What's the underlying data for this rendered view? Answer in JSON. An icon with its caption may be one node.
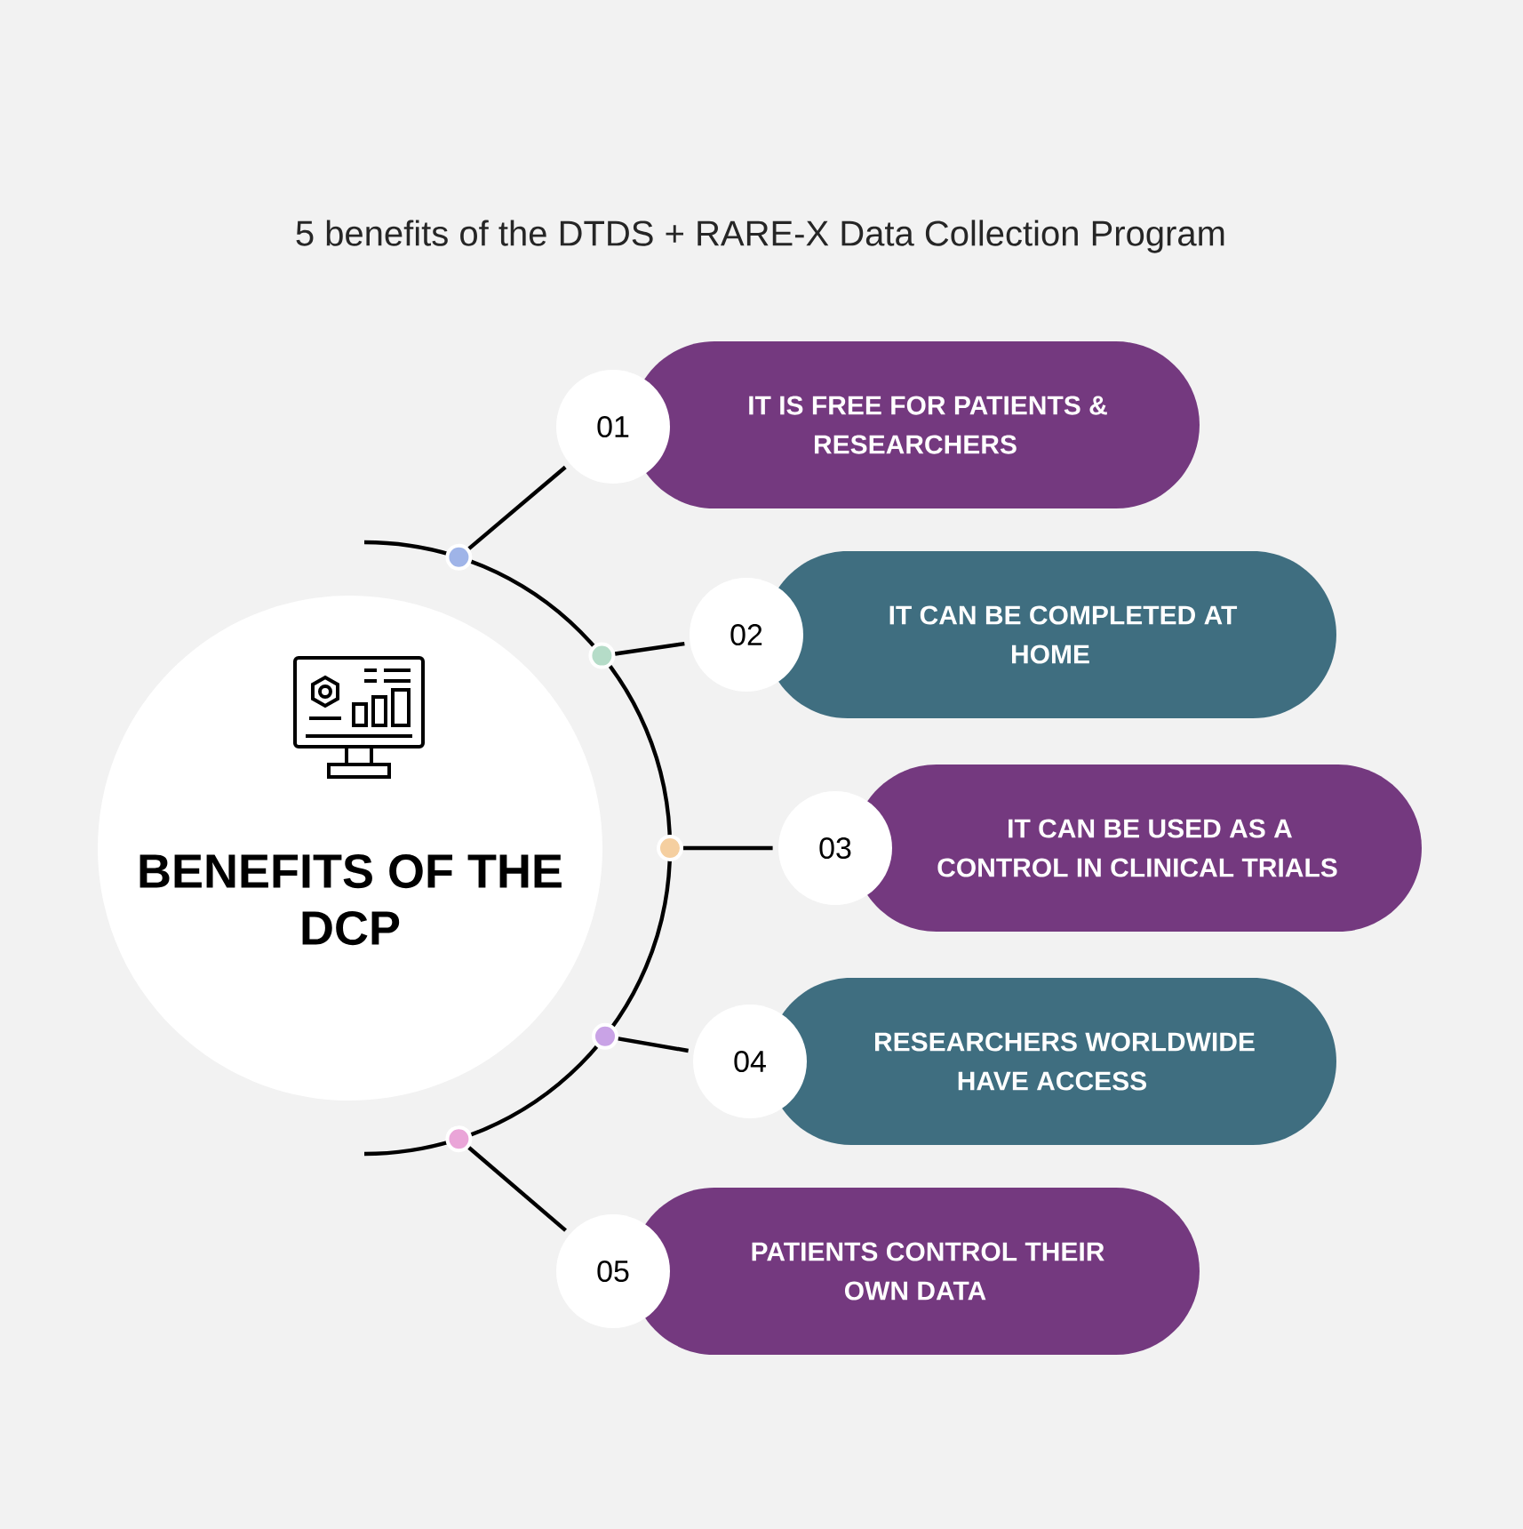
{
  "diagram": {
    "title": "5 benefits of the DTDS + RARE-X Data Collection Program",
    "nodes": [
      {
        "text": [
          "BENEFITS OF THE DCP"
        ]
      },
      {
        "text": [],
        "shape": "circle"
      },
      {
        "text": [
          "01"
        ]
      },
      {
        "text": [
          "IT IS FREE FOR PATIENTS & RESEARCHERS"
        ]
      },
      {
        "text": [],
        "shape": "circle"
      },
      {
        "text": [
          "02"
        ]
      },
      {
        "text": [
          "IT CAN BE COMPLETED AT HOME"
        ]
      },
      {
        "text": [],
        "shape": "circle"
      },
      {
        "text": [
          "03"
        ]
      },
      {
        "text": [
          "IT CAN BE USED AS A CONTROL IN CLINICAL TRIALS"
        ]
      },
      {
        "text": [],
        "shape": "circle"
      },
      {
        "text": [
          "04"
        ]
      },
      {
        "text": [
          "RESEARCHERS WORLDWIDE HAVE ACCESS"
        ]
      },
      {
        "text": [],
        "shape": "circle"
      },
      {
        "text": [
          "05"
        ]
      },
      {
        "text": [
          "PATIENTS CONTROL THEIR OWN DATA"
        ]
      }
    ],
    "edges": [
      {
        "from": 1,
        "to": 2,
        "arrow": "none"
      },
      {
        "from": 4,
        "to": 5,
        "arrow": "none"
      },
      {
        "from": 7,
        "to": 8,
        "arrow": "none"
      },
      {
        "from": 10,
        "to": 11,
        "arrow": "none"
      },
      {
        "from": 13,
        "to": 14,
        "arrow": "none"
      }
    ]
  }
}
